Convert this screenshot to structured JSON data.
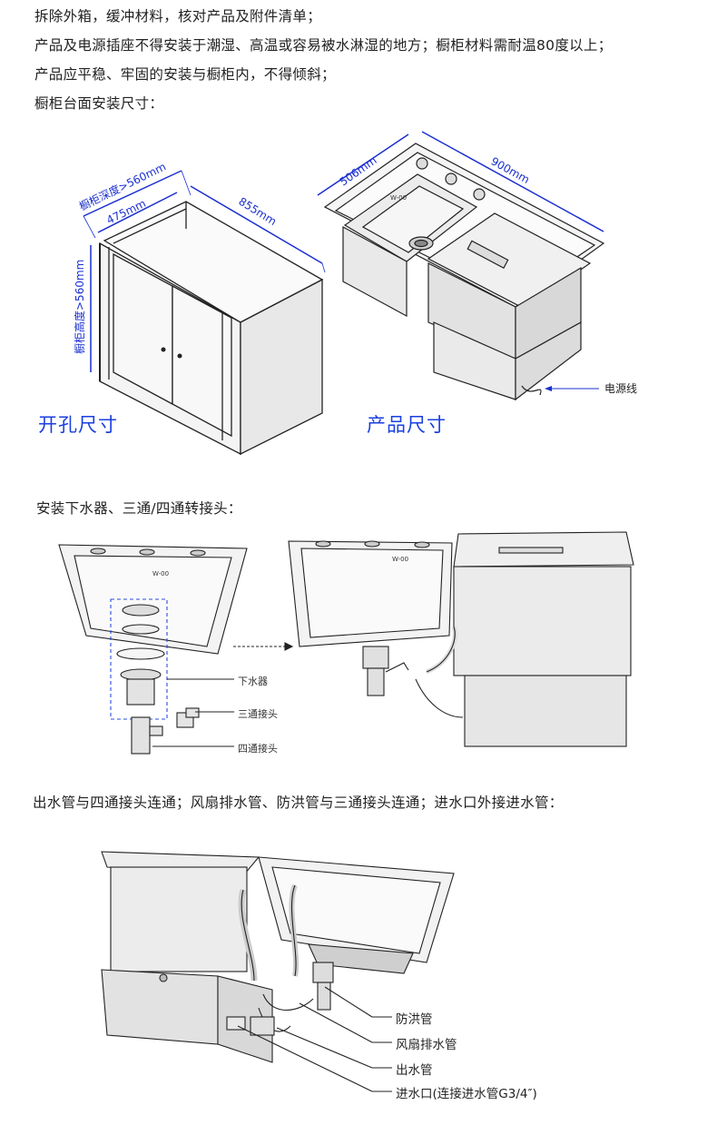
{
  "intro": {
    "line1": "拆除外箱，缓冲材料，核对产品及附件清单；",
    "line2": "产品及电源插座不得安装于潮湿、高温或容易被水淋湿的地方；橱柜材料需耐温80度以上；",
    "line3": "产品应平稳、牢固的安装与橱柜内，不得倾斜；",
    "line4": "橱柜台面安装尺寸："
  },
  "figure1": {
    "cabinet_label": "开孔尺寸",
    "product_label": "产品尺寸",
    "dim_depth": "橱柜深度>560mm",
    "dim_475": "475mm",
    "dim_855": "855mm",
    "dim_height": "橱柜高度>560mm",
    "dim_506": "506mm",
    "dim_900": "900mm",
    "power_cord": "电源线",
    "faucet_mark": "W-00"
  },
  "section2": {
    "title": "安装下水器、三通/四通转接头：",
    "drain": "下水器",
    "tee": "三通接头",
    "cross": "四通接头",
    "faucet_mark": "W-00"
  },
  "section3": {
    "title": "出水管与四通接头连通；风扇排水管、防洪管与三通接头连通；进水口外接进水管：",
    "flood_pipe": "防洪管",
    "fan_drain": "风扇排水管",
    "outlet_pipe": "出水管",
    "inlet": "进水口(连接进水管G3/4″)"
  }
}
